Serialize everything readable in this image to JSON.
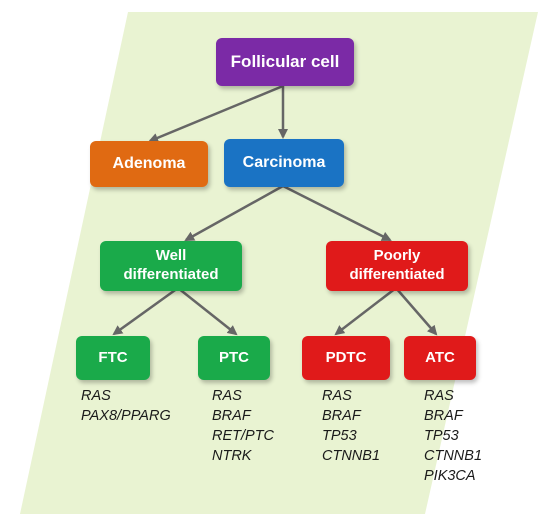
{
  "diagram": {
    "colors": {
      "background": "#e9f3d2",
      "arrow": "#666666",
      "follicular": "#7b2aa6",
      "adenoma": "#e06a12",
      "carcinoma": "#1a73c4",
      "well": "#1aaa4a",
      "poorly": "#e01a1a"
    },
    "nodes": {
      "follicular": "Follicular cell",
      "adenoma": "Adenoma",
      "carcinoma": "Carcinoma",
      "well": "Well\ndifferentiated",
      "poorly": "Poorly\ndifferentiated",
      "ftc": "FTC",
      "ptc": "PTC",
      "pdtc": "PDTC",
      "atc": "ATC"
    },
    "genes": {
      "ftc": [
        "RAS",
        "PAX8/PPARG"
      ],
      "ptc": [
        "RAS",
        "BRAF",
        "RET/PTC",
        "NTRK"
      ],
      "pdtc": [
        "RAS",
        "BRAF",
        "TP53",
        "CTNNB1"
      ],
      "atc": [
        "RAS",
        "BRAF",
        "TP53",
        "CTNNB1",
        "PIK3CA"
      ]
    }
  }
}
